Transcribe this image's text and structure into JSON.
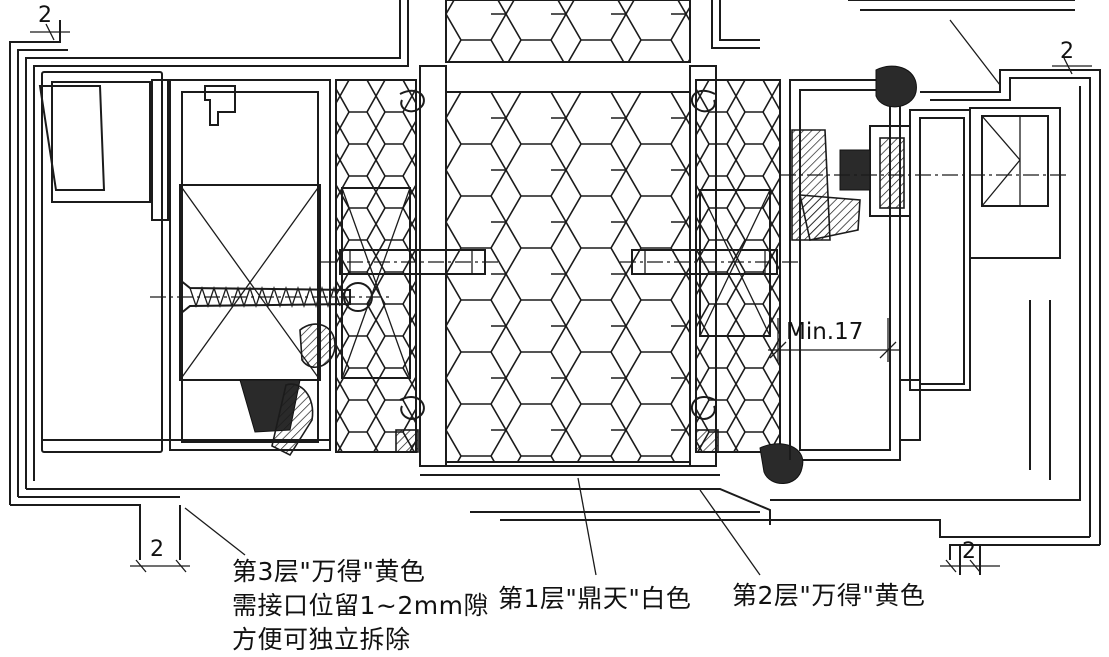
{
  "labels": {
    "layer3_line1": "第3层\"万得\"黄色",
    "layer3_line2": "需接口位留1~2mm隙",
    "layer3_line3": "方便可独立拆除",
    "layer1": "第1层\"鼎天\"白色",
    "layer2": "第2层\"万得\"黄色"
  },
  "dimensions": {
    "gap_top_left": "2",
    "gap_top_right": "2",
    "gap_bottom_left": "2",
    "gap_bottom_right": "2",
    "min_clearance": "Min.17"
  }
}
